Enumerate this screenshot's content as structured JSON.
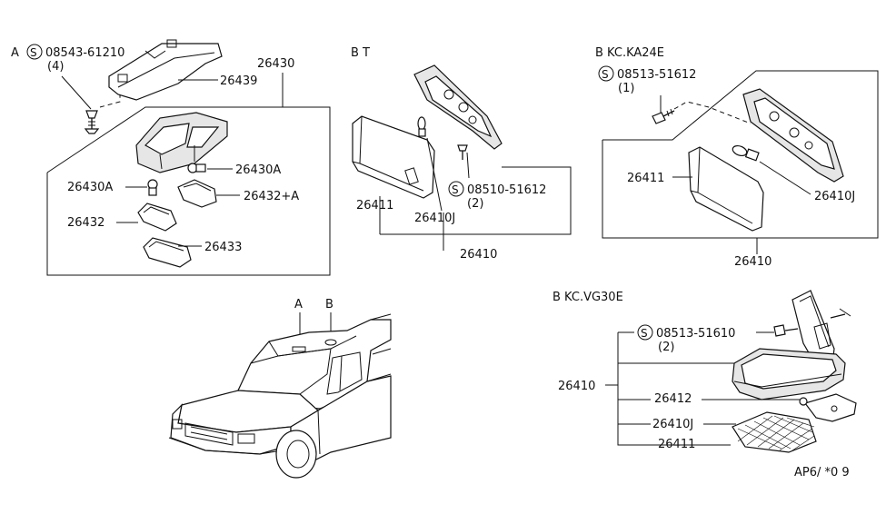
{
  "sections": {
    "A": {
      "label": "A",
      "screw_part": "08543-61210",
      "screw_qty": "(4)",
      "assembly": "26430",
      "bracket": "26439",
      "bulb_right": "26430A",
      "bulb_left": "26430A",
      "lens_plus": "26432+A",
      "lens": "26432",
      "lens_lower": "26433"
    },
    "BT": {
      "label": "B  T",
      "screw_part": "08510-51612",
      "screw_qty": "(2)",
      "lens": "26411",
      "bulb": "26410J",
      "assembly": "26410"
    },
    "BKC_KA24E": {
      "label": "B  KC.KA24E",
      "screw_part": "08513-51612",
      "screw_qty": "(1)",
      "lens": "26411",
      "bulb": "26410J",
      "assembly": "26410"
    },
    "BKC_VG30E": {
      "label": "B  KC.VG30E",
      "screw_part": "08513-51610",
      "screw_qty": "(2)",
      "assembly": "26410",
      "housing": "26412",
      "bulb": "26410J",
      "lens": "26411"
    }
  },
  "vehicle": {
    "marker_a": "A",
    "marker_b": "B"
  },
  "footer": {
    "code": "AP6/ *0 9"
  }
}
